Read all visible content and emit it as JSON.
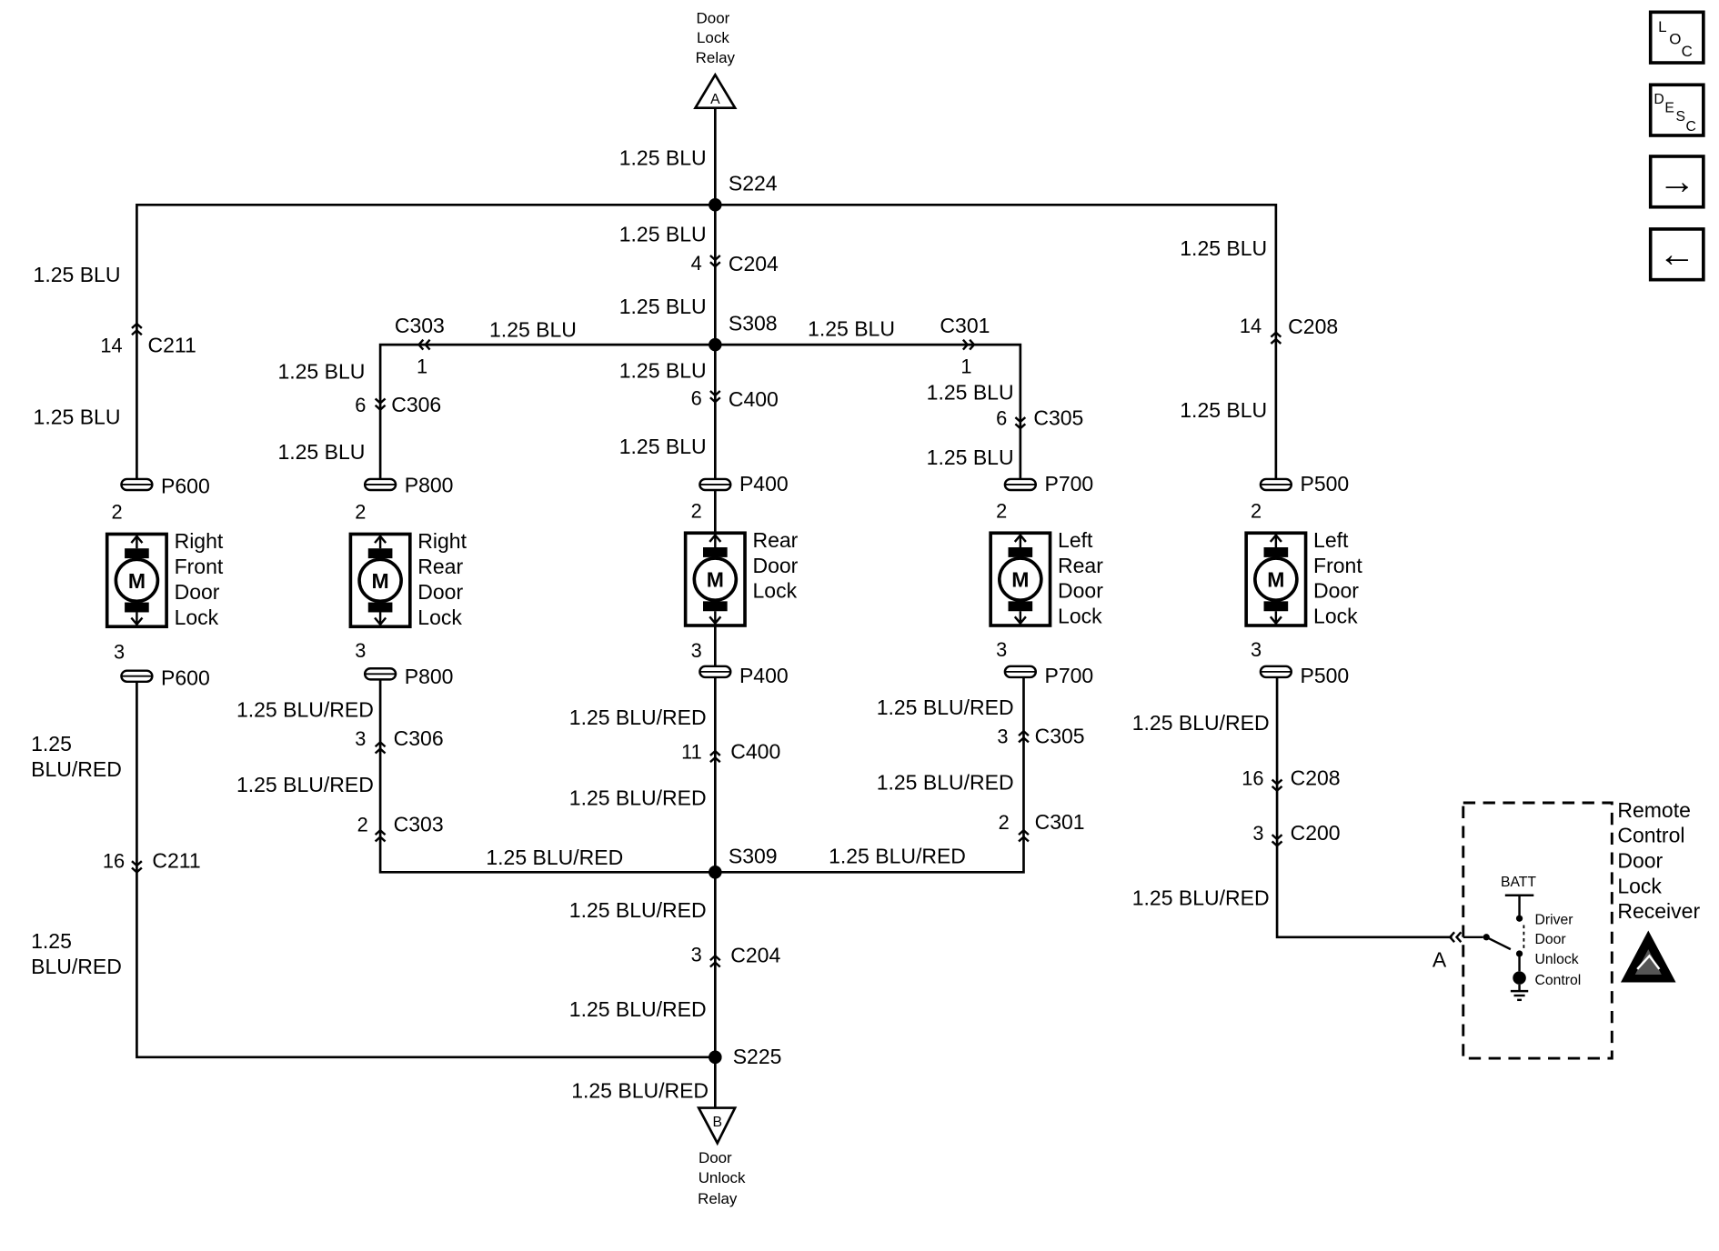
{
  "relays": {
    "top": {
      "letter": "A",
      "name_lines": [
        "Door",
        "Lock",
        "Relay"
      ]
    },
    "bottom": {
      "letter": "B",
      "name_lines": [
        "Door",
        "Unlock",
        "Relay"
      ]
    }
  },
  "wire_labels": {
    "blu": "1.25 BLU",
    "blu_red": "1.25 BLU/RED",
    "gauge": "1.25",
    "blu_red_short": "BLU/RED"
  },
  "splices": {
    "s224": "S224",
    "s308": "S308",
    "s309": "S309",
    "s225": "S225"
  },
  "connectors": {
    "c204": "C204",
    "c211": "C211",
    "c303": "C303",
    "c306": "C306",
    "c400": "C400",
    "c301": "C301",
    "c305": "C305",
    "c208": "C208",
    "c200": "C200"
  },
  "pins": {
    "p14": "14",
    "p16": "16",
    "p4": "4",
    "p3": "3",
    "p6": "6",
    "p1": "1",
    "p2": "2",
    "p11": "11"
  },
  "motor_connectors": {
    "p600": "P600",
    "p800": "P800",
    "p400": "P400",
    "p700": "P700",
    "p500": "P500"
  },
  "motor_symbol": "M",
  "door_locks": {
    "right_front": [
      "Right",
      "Front",
      "Door",
      "Lock"
    ],
    "right_rear": [
      "Right",
      "Rear",
      "Door",
      "Lock"
    ],
    "rear": [
      "Rear",
      "Door",
      "Lock"
    ],
    "left_rear": [
      "Left",
      "Rear",
      "Door",
      "Lock"
    ],
    "left_front": [
      "Left",
      "Front",
      "Door",
      "Lock"
    ]
  },
  "receiver": {
    "name_lines": [
      "Remote",
      "Control",
      "Door",
      "Lock",
      "Receiver"
    ],
    "batt": "BATT",
    "switch_lines": [
      "Driver",
      "Door",
      "Unlock",
      "Control"
    ],
    "terminal": "A"
  },
  "nav": {
    "loc": [
      "L",
      "O",
      "C"
    ],
    "desc": [
      "D",
      "E",
      "S",
      "C"
    ],
    "next_arrow": "→",
    "prev_arrow": "←"
  }
}
